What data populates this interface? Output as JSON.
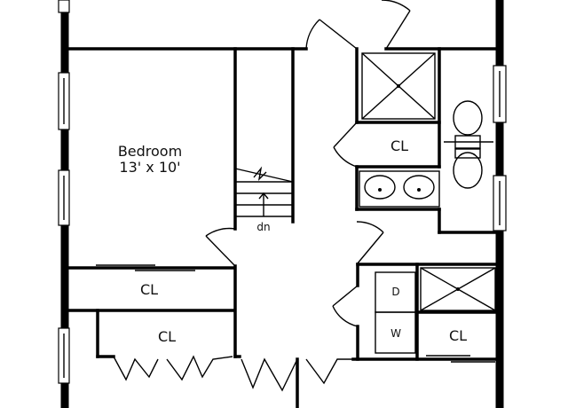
{
  "rooms": {
    "bedroom_name": "Bedroom",
    "bedroom_size": "13' x 10'",
    "closet_bath": "CL",
    "closet_bedroom_1": "CL",
    "closet_bedroom_2": "CL",
    "closet_laundry": "CL"
  },
  "labels": {
    "stairs_down": "dn",
    "dryer": "D",
    "washer": "W"
  }
}
